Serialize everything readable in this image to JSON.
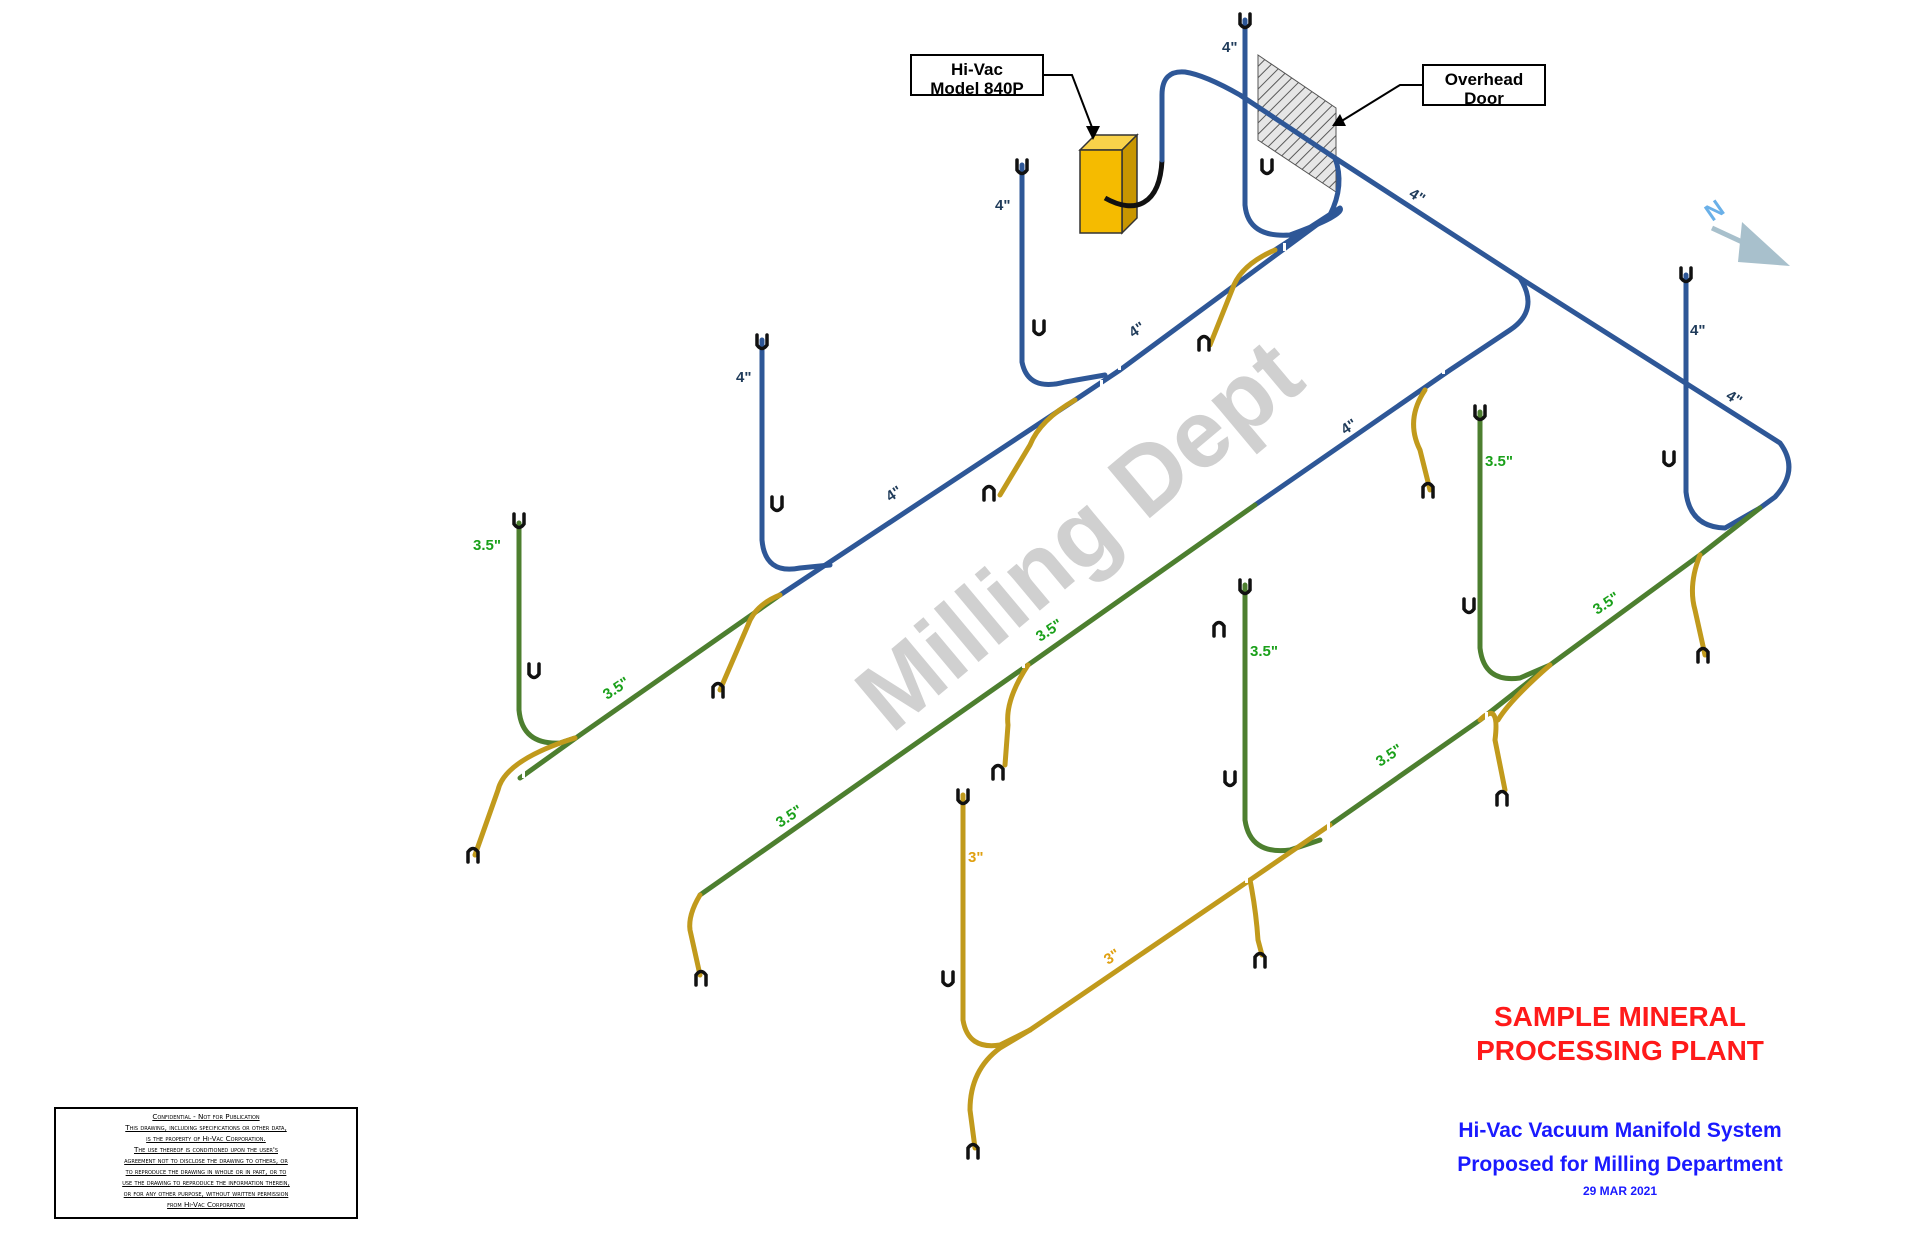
{
  "watermark": "Milling Dept",
  "callouts": {
    "hivac": [
      "Hi-Vac",
      "Model 840P"
    ],
    "door": [
      "Overhead",
      "Door"
    ]
  },
  "north_label": "N",
  "title": [
    "SAMPLE MINERAL",
    "PROCESSING PLANT"
  ],
  "subtitle": [
    "Hi-Vac Vacuum Manifold System",
    "Proposed for Milling Department"
  ],
  "date": "29 MAR 2021",
  "confidential": {
    "heading": "Confidential - Not for Publication",
    "lines": [
      "This drawing, including specifications or other data,",
      "is the property of Hi-Vac Corporation.",
      "The use thereof is conditioned upon the user's",
      "agreement not to disclose the drawing to others, or",
      "to reproduce the drawing in whole or in part, or to",
      "use the drawing to reproduce the information therein,",
      "or for any other purpose, without written permission",
      "from Hi-Vac Corporation"
    ]
  },
  "colors": {
    "pipe_4in": "#2e5797",
    "pipe_3_5in": "#4d7f2f",
    "pipe_3in": "#c19a1c",
    "label_4in": "#1f3b5a",
    "label_3_5in": "#1aa01a",
    "label_3in": "#e0a010",
    "collector": "#f5bb00",
    "title_red": "#ff1a1a",
    "title_blue": "#1a1aff"
  },
  "size_labels": {
    "4in": "4\"",
    "3_5in": "3.5\"",
    "3in": "3\""
  }
}
